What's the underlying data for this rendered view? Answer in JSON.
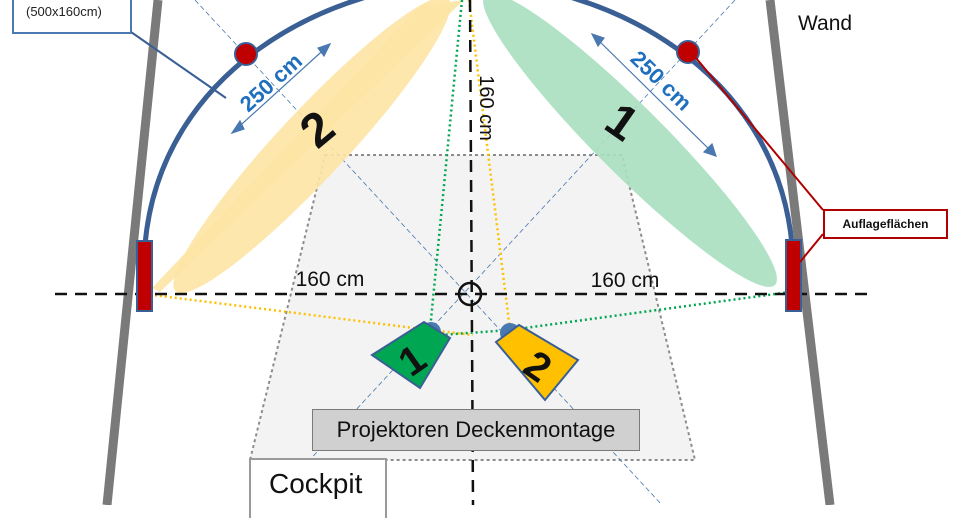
{
  "labels": {
    "screen_size": "(500x160cm)",
    "wall": "Wand",
    "supports": "Auflageflächen",
    "caption": "Projektoren Deckenmontage",
    "cockpit": "Cockpit",
    "dist_left": "160 cm",
    "dist_right": "160 cm",
    "dist_vertical": "160 cm",
    "arc_left": "250 cm",
    "arc_right": "250 cm",
    "beam_left_number": "2",
    "beam_right_number": "1",
    "projector_1_number": "1",
    "projector_2_number": "2"
  },
  "colors": {
    "screen_arc": "#3a5f95",
    "wall": "#7a7a7a",
    "support": "#c00000",
    "beam_1": "#a8dfc0",
    "beam_2": "#fde4a4",
    "projector_1": "#00a651",
    "projector_2": "#ffc000",
    "measure_text": "#1f6fbf"
  }
}
